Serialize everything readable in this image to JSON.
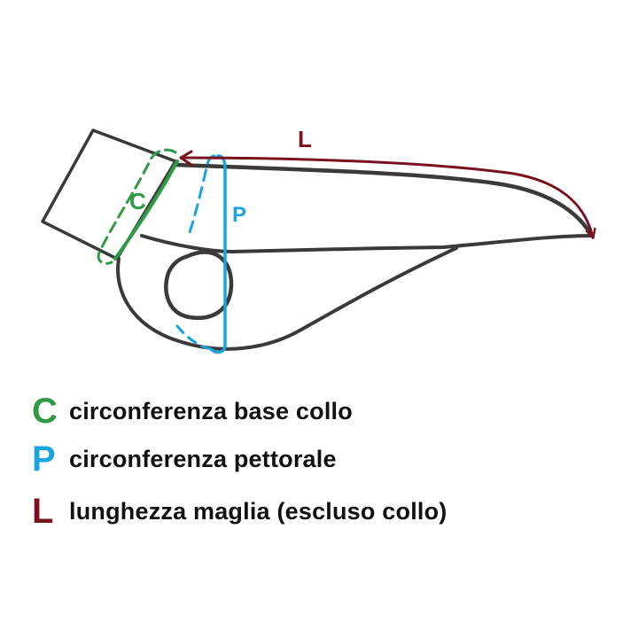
{
  "colors": {
    "outline": "#3a3a3a",
    "c_green": "#2f9a45",
    "p_blue": "#1aa3dc",
    "l_darkred": "#7a1120"
  },
  "diagram": {
    "label_c": "C",
    "label_p": "P",
    "label_l": "L"
  },
  "legend": [
    {
      "letter": "C",
      "text": "circonferenza base collo"
    },
    {
      "letter": "P",
      "text": "circonferenza pettorale"
    },
    {
      "letter": "L",
      "text": "lunghezza maglia (escluso collo)"
    }
  ]
}
